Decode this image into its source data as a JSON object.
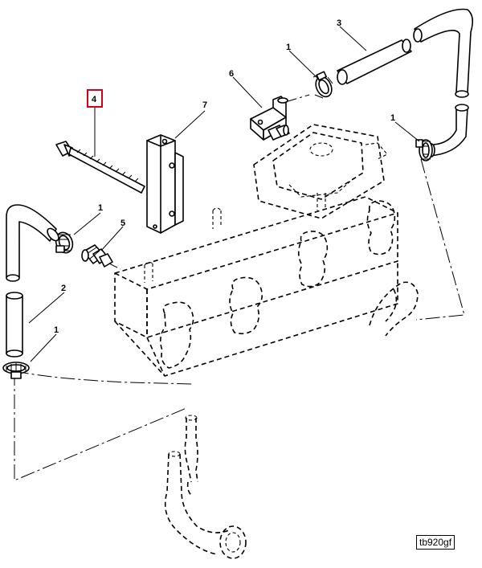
{
  "callouts": {
    "c1_top": "1",
    "c3": "3",
    "c6": "6",
    "c7": "7",
    "c4": "4",
    "c1_right": "1",
    "c1_left": "1",
    "c5": "5",
    "c2": "2",
    "c1_bottom": "1"
  },
  "highlight_color": "#d0021b",
  "reference_code": "tb920gf"
}
